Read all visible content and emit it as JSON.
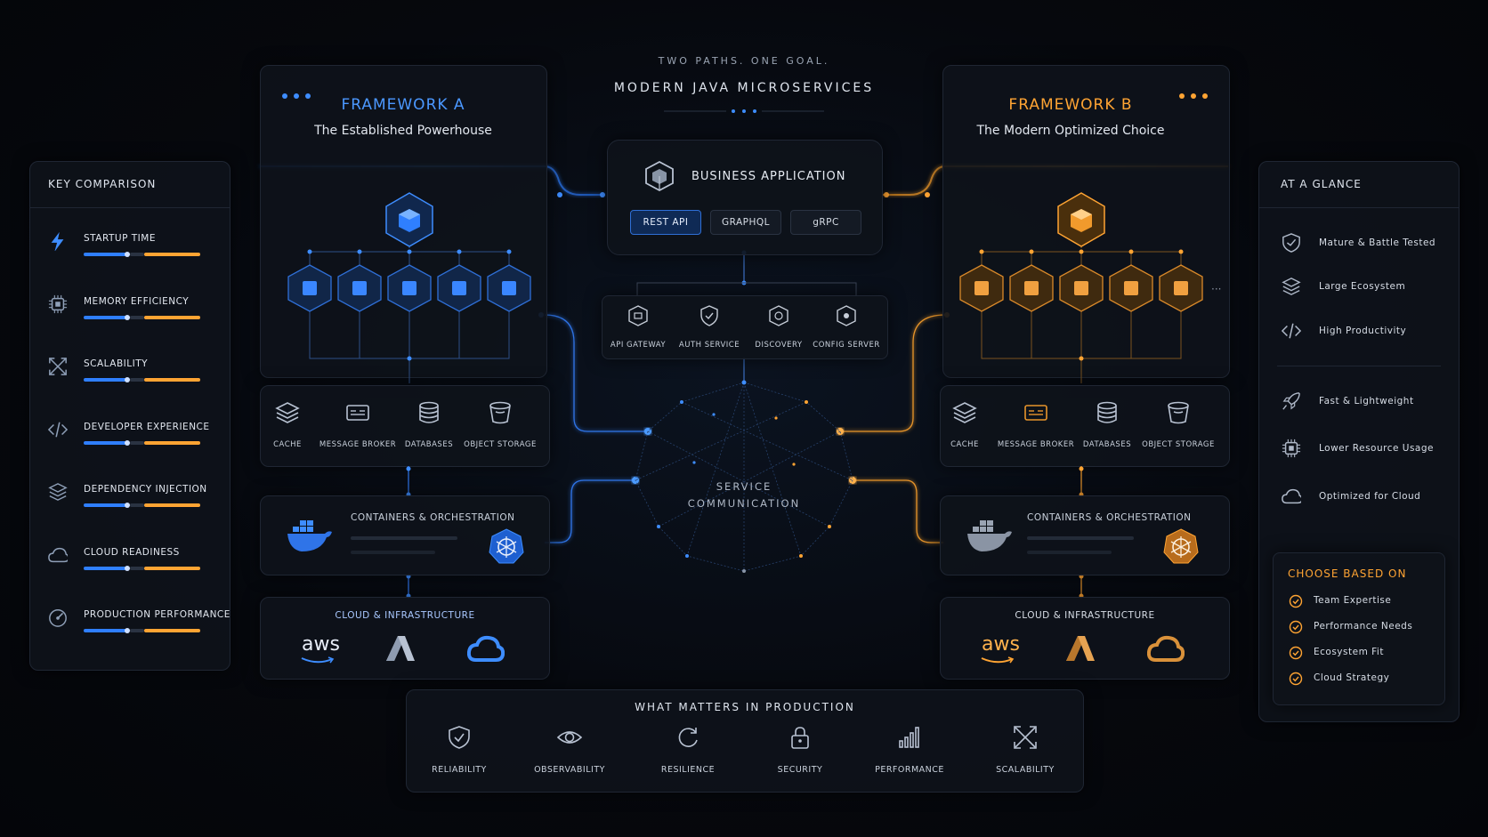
{
  "header": {
    "eyebrow": "TWO PATHS. ONE GOAL.",
    "title": "MODERN JAVA MICROSERVICES"
  },
  "colors": {
    "blue": "#2f7fff",
    "orange": "#ffa433",
    "bg": "#05070b"
  },
  "key_comparison": {
    "title": "KEY COMPARISON",
    "items": [
      {
        "label": "STARTUP TIME",
        "icon": "lightning-icon"
      },
      {
        "label": "MEMORY EFFICIENCY",
        "icon": "chip-icon"
      },
      {
        "label": "SCALABILITY",
        "icon": "expand-icon"
      },
      {
        "label": "DEVELOPER EXPERIENCE",
        "icon": "code-icon"
      },
      {
        "label": "DEPENDENCY INJECTION",
        "icon": "layers-icon"
      },
      {
        "label": "CLOUD READINESS",
        "icon": "cloud-icon"
      },
      {
        "label": "PRODUCTION PERFORMANCE",
        "icon": "gauge-icon"
      }
    ]
  },
  "framework_a": {
    "title": "FRAMEWORK A",
    "subtitle": "The Established Powerhouse"
  },
  "framework_b": {
    "title": "FRAMEWORK B",
    "subtitle": "The Modern Optimized Choice"
  },
  "data_stores": [
    "CACHE",
    "MESSAGE BROKER",
    "DATABASES",
    "OBJECT STORAGE"
  ],
  "containers_title": "CONTAINERS & ORCHESTRATION",
  "cloud_title": "CLOUD & INFRASTRUCTURE",
  "cloud_aws": "aws",
  "business_app": {
    "title": "BUSINESS APPLICATION",
    "chips": [
      "REST API",
      "GRAPHQL",
      "gRPC"
    ]
  },
  "services": [
    "API GATEWAY",
    "AUTH SERVICE",
    "DISCOVERY",
    "CONFIG SERVER"
  ],
  "service_comm": {
    "line1": "SERVICE",
    "line2": "COMMUNICATION"
  },
  "at_a_glance": {
    "title": "AT A GLANCE",
    "group_a": [
      {
        "label": "Mature & Battle Tested",
        "icon": "shield-icon"
      },
      {
        "label": "Large Ecosystem",
        "icon": "layers-icon"
      },
      {
        "label": "High Productivity",
        "icon": "code-icon"
      }
    ],
    "group_b": [
      {
        "label": "Fast & Lightweight",
        "icon": "rocket-icon"
      },
      {
        "label": "Lower Resource Usage",
        "icon": "chip-icon"
      },
      {
        "label": "Optimized for Cloud",
        "icon": "cloud-icon"
      }
    ]
  },
  "choose": {
    "title": "CHOOSE BASED ON",
    "items": [
      "Team Expertise",
      "Performance Needs",
      "Ecosystem Fit",
      "Cloud Strategy"
    ]
  },
  "production": {
    "title": "WHAT MATTERS IN PRODUCTION",
    "items": [
      "RELIABILITY",
      "OBSERVABILITY",
      "RESILIENCE",
      "SECURITY",
      "PERFORMANCE",
      "SCALABILITY"
    ]
  }
}
